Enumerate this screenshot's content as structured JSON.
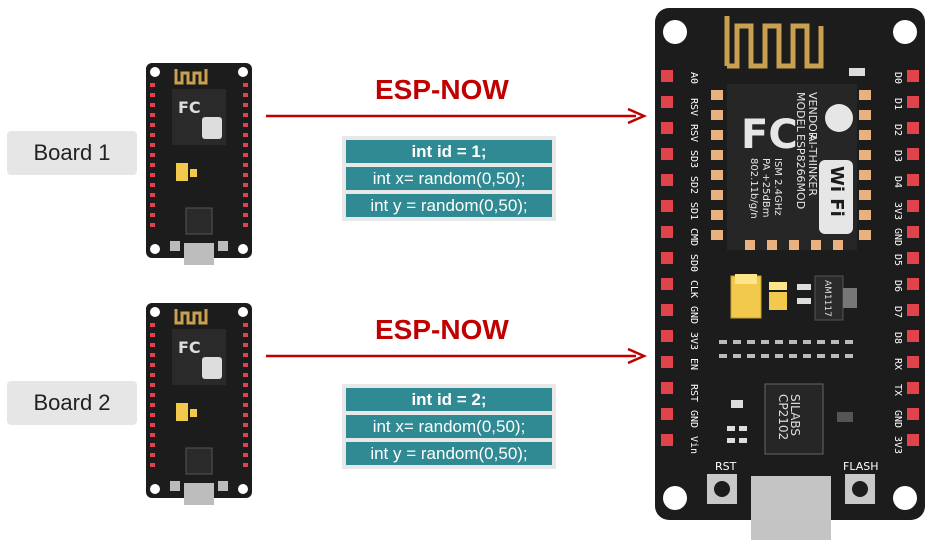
{
  "boards": [
    {
      "label": "Board 1"
    },
    {
      "label": "Board 2"
    }
  ],
  "links": [
    {
      "protocol": "ESP-NOW",
      "code": [
        "int id = 1;",
        "int x= random(0,50);",
        "int y = random(0,50);"
      ]
    },
    {
      "protocol": "ESP-NOW",
      "code": [
        "int id = 2;",
        "int x= random(0,50);",
        "int y = random(0,50);"
      ]
    }
  ],
  "receiver": {
    "left_pins": [
      "A0",
      "RSV",
      "RSV",
      "SD3",
      "SD2",
      "SD1",
      "CMD",
      "SD0",
      "CLK",
      "GND",
      "3V3",
      "EN",
      "RST",
      "GND",
      "Vin"
    ],
    "right_pins": [
      "D0",
      "D1",
      "D2",
      "D3",
      "D4",
      "3V3",
      "GND",
      "D5",
      "D6",
      "D7",
      "D8",
      "RX",
      "TX",
      "GND",
      "3V3"
    ],
    "module_text": [
      "MODEL",
      "VENDOR",
      "ISM 2.4GHz",
      "PA +25dBm",
      "802.11b/g/n"
    ],
    "module_values": [
      "ESP8266MOD",
      "AI-THINKER"
    ],
    "fc_text": "FC",
    "wifi_text": "Wi Fi",
    "chip_text": [
      "SILABS",
      "CP2102"
    ],
    "regulator_text": "AM1117",
    "rst_label": "RST",
    "flash_label": "FLASH"
  },
  "colors": {
    "arrow": "#c00000",
    "code_bg": "#2f8a93",
    "board": "#1c1c1c",
    "pin": "#e0434b",
    "antenna": "#c8a050"
  }
}
